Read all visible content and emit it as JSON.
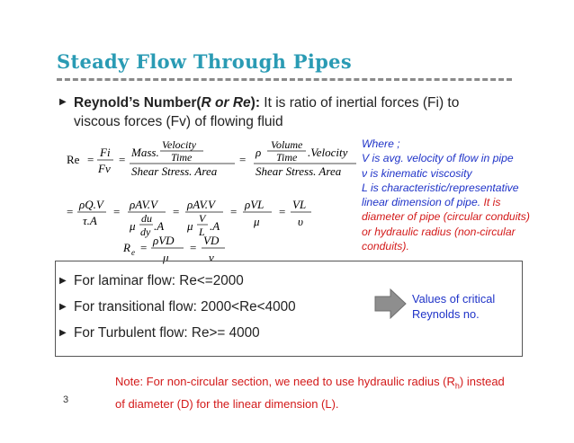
{
  "title": "Steady Flow Through Pipes",
  "intro": {
    "term": "Reynold’s Number(",
    "symbols": "R or Re",
    "term_close": "):",
    "text_line1": " It is ratio of inertial forces (Fi) to",
    "text_line2": "viscous forces (Fv) of flowing fluid"
  },
  "formula": {
    "re": "Re",
    "eq": "=",
    "fi": "Fi",
    "fv": "Fv",
    "mass": "Mass.",
    "velocity": "Velocity",
    "time": "Time",
    "shear_area": "Shear Stress. Area",
    "rho": "ρ",
    "volume": "Volume",
    "dot_velocity": ".Velocity",
    "rho_qv": "ρQ.V",
    "tau_a": "τ.A",
    "rho_avv": "ρAV.V",
    "mu": "μ",
    "du": "du",
    "dy": "dy",
    "dot_a": ".A",
    "v": "V",
    "l": "L",
    "rho_vl": "ρVL",
    "vl": "VL",
    "nu": "υ",
    "r": "R",
    "e_sub": "e",
    "rho_vd": "ρVD",
    "vd": "VD",
    "nu2": "ν"
  },
  "where": {
    "line1": "Where ;",
    "line2": "V is avg. velocity of flow in pipe",
    "line3": "ν is kinematic viscosity",
    "line4": "L is characteristic/representative",
    "line5_blue": "linear dimension of pipe.",
    "line5_red": " It is",
    "line6": "diameter of pipe (circular conduits)",
    "line7": "or hydraulic radius (non-circular",
    "line8": "conduits)."
  },
  "flow_regimes": [
    {
      "label": "For laminar flow: Re<=2000"
    },
    {
      "label": "For transitional flow: 2000<Re<4000"
    },
    {
      "label": "For Turbulent flow: Re>= 4000"
    }
  ],
  "critical_note": {
    "line1": "Values of critical",
    "line2": "Reynolds no."
  },
  "page_number": "3",
  "bottom_note": {
    "line1_a": "Note: For non-circular section, we need to use hydraulic radius (R",
    "line1_sub": "h",
    "line1_b": ") instead",
    "line2": "of diameter  (D) for the linear dimension (L)."
  },
  "colors": {
    "title": "#2a9bb4",
    "note_blue": "#1f33c8",
    "note_red": "#d31a1a",
    "arrow": "#8e8e8e"
  },
  "icons": {
    "bullet": "triangle-right",
    "arrow": "block-arrow-right"
  }
}
